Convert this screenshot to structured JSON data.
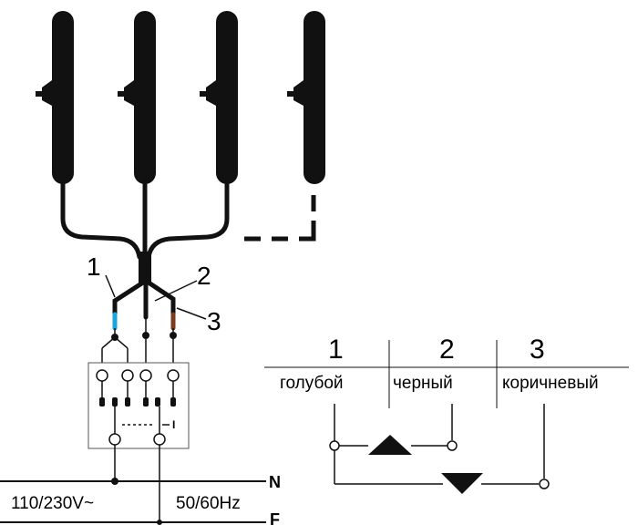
{
  "wire_numbers": {
    "n1": "1",
    "n2": "2",
    "n3": "3"
  },
  "power": {
    "voltage": "110/230V~",
    "frequency": "50/60Hz",
    "line_n": "N",
    "line_f": "F"
  },
  "switch_mark": "I",
  "legend": {
    "col1": {
      "number": "1",
      "label": "голубой"
    },
    "col2": {
      "number": "2",
      "label": "черный"
    },
    "col3": {
      "number": "3",
      "label": "коричневый"
    }
  },
  "wire_colors": {
    "blue": "#1aa6dd",
    "black": "#000000",
    "brown": "#7a3b1e"
  }
}
